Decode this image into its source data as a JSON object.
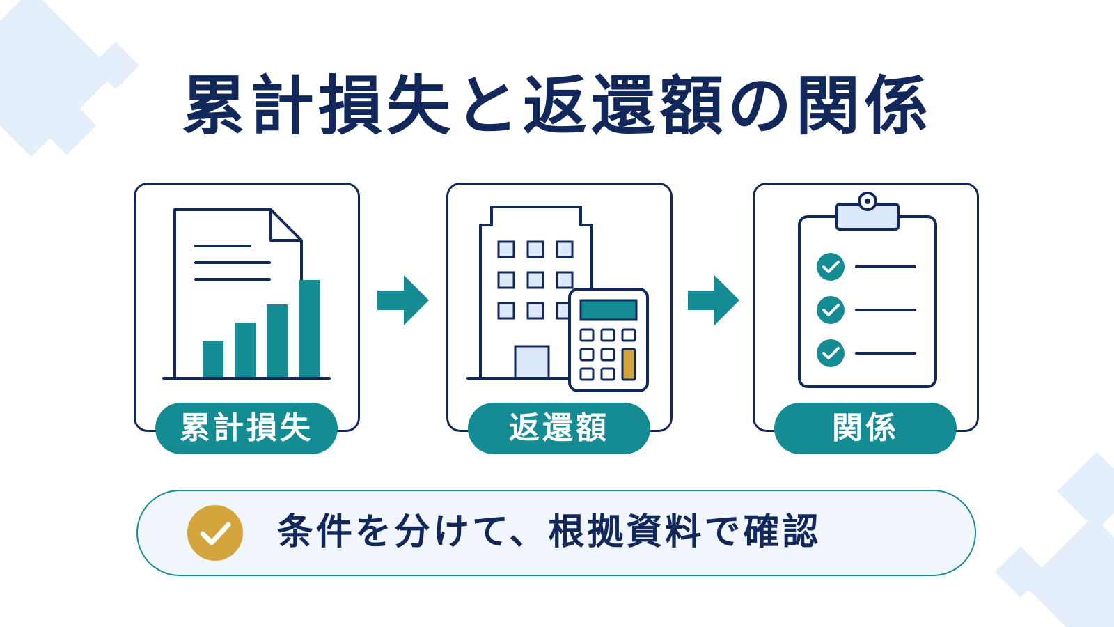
{
  "title": "累計損失と返還額の関係",
  "steps": [
    {
      "label": "累計損失",
      "icon": "document-bar-chart-icon"
    },
    {
      "label": "返還額",
      "icon": "building-calculator-icon"
    },
    {
      "label": "関係",
      "icon": "clipboard-checklist-icon"
    }
  ],
  "note": {
    "text": "条件を分けて、根拠資料で確認",
    "icon": "check-circle-icon"
  },
  "colors": {
    "navy": "#13285a",
    "teal": "#158b93",
    "gold": "#d4a53c",
    "light_blue": "#dce9fa",
    "note_bg": "#f1f6fc"
  }
}
